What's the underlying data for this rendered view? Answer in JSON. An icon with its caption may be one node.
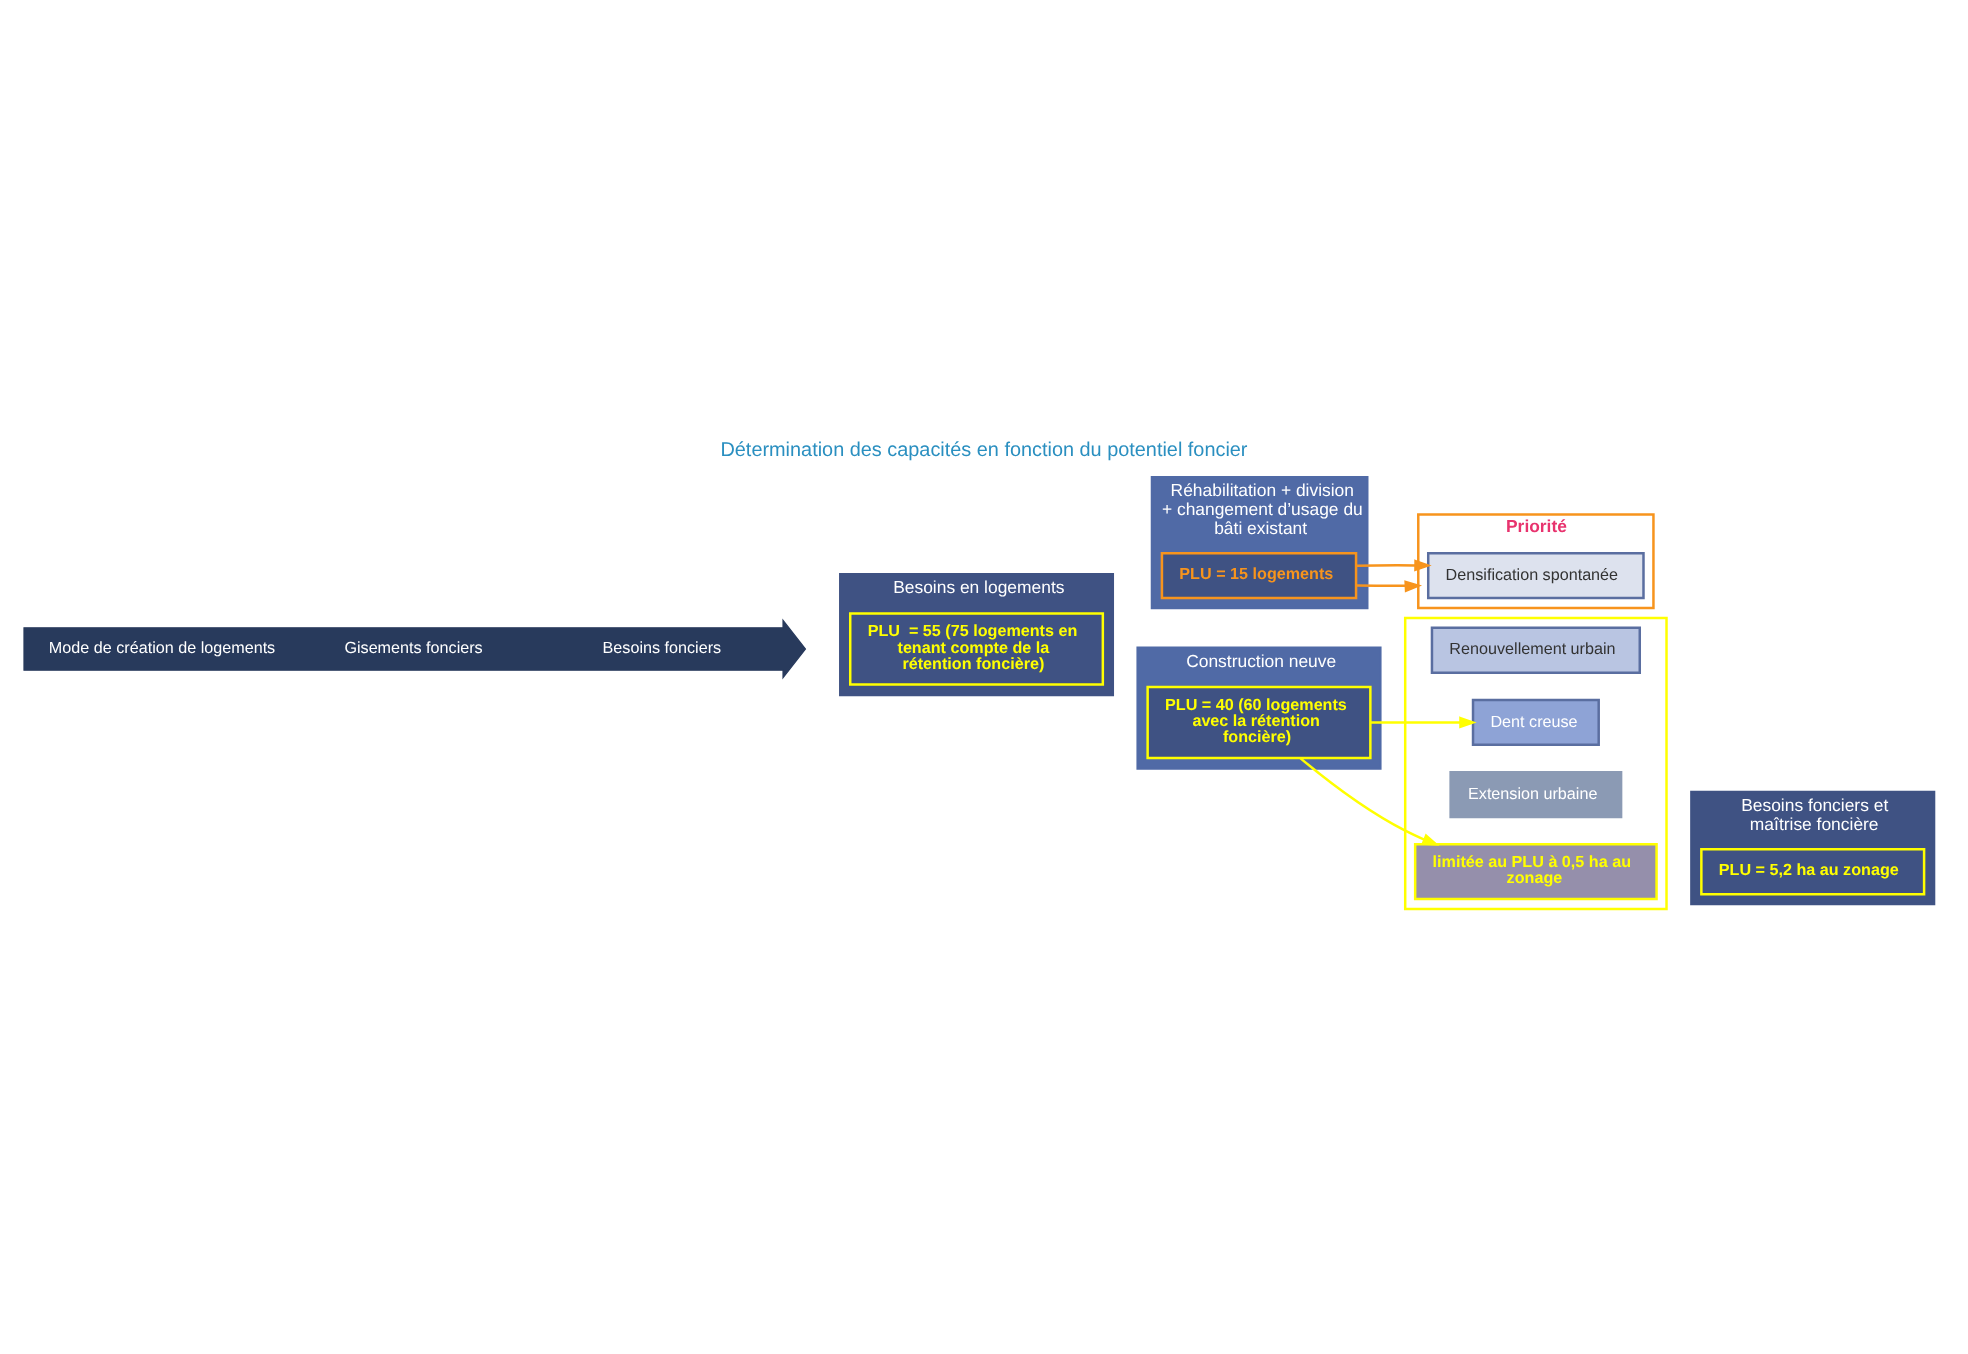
{
  "diagram": {
    "title": "Détermination des capacités en fonction du potentiel foncier",
    "nodes": [
      {
        "text": [
          "Mode de création de logements",
          "Gisements fonciers",
          "Besoins fonciers"
        ]
      },
      {
        "text": [
          "Besoins en logements"
        ]
      },
      {
        "text": [
          "PLU  = 55 (75 logements en tenant compte de la rétention foncière)"
        ],
        "in": 1
      },
      {
        "text": [
          "Réhabilitation + division + changement d’usage du bâti existant"
        ]
      },
      {
        "text": [
          "PLU = 15 logements"
        ],
        "in": 3
      },
      {
        "text": [
          "Construction neuve"
        ]
      },
      {
        "text": [
          "PLU = 40 (60 logements avec la rétention foncière)"
        ],
        "in": 5
      },
      {
        "text": [
          "Priorité"
        ]
      },
      {
        "text": [
          "Densification spontanée"
        ],
        "in": 7
      },
      {
        "text": [],
        "shape": "box"
      },
      {
        "text": [
          "Renouvellement urbain"
        ],
        "in": 9
      },
      {
        "text": [
          "Dent creuse"
        ],
        "in": 9
      },
      {
        "text": [
          "Extension urbaine"
        ],
        "in": 9
      },
      {
        "text": [
          "limitée au PLU à 0,5 ha au zonage"
        ],
        "in": 9
      },
      {
        "text": [
          "Besoins fonciers et maîtrise foncière"
        ]
      },
      {
        "text": [
          "PLU = 5,2 ha au zonage"
        ],
        "in": 14
      }
    ],
    "edges": [
      {
        "from": 4,
        "to": 7,
        "arrow": "to",
        "color": "#f7941d"
      },
      {
        "from": 4,
        "to": 8,
        "arrow": "to",
        "color": "#f7941d"
      },
      {
        "from": 6,
        "to": 11,
        "arrow": "to",
        "color": "#ffff00"
      },
      {
        "from": 6,
        "to": 13,
        "arrow": "to",
        "color": "#ffff00"
      }
    ]
  }
}
